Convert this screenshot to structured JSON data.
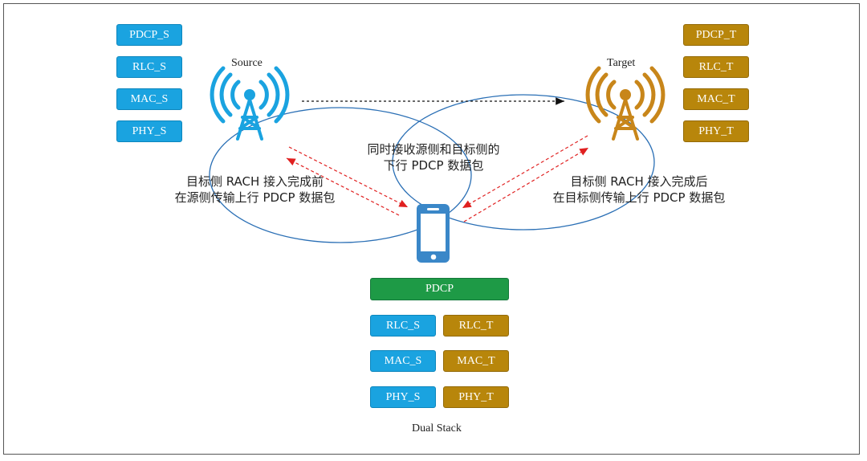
{
  "source": {
    "label": "Source",
    "stack": [
      "PDCP_S",
      "RLC_S",
      "MAC_S",
      "PHY_S"
    ]
  },
  "target": {
    "label": "Target",
    "stack": [
      "PDCP_T",
      "RLC_T",
      "MAC_T",
      "PHY_T"
    ]
  },
  "annotations": {
    "center": [
      "同时接收源侧和目标侧的",
      "下行 PDCP 数据包"
    ],
    "left": [
      "目标侧 RACH 接入完成前",
      "在源侧传输上行 PDCP 数据包"
    ],
    "right": [
      "目标侧 RACH 接入完成后",
      "在目标侧传输上行 PDCP 数据包"
    ]
  },
  "ue": {
    "pdcp": "PDCP",
    "rlc": [
      "RLC_S",
      "RLC_T"
    ],
    "mac": [
      "MAC_S",
      "MAC_T"
    ],
    "phy": [
      "PHY_S",
      "PHY_T"
    ],
    "caption": "Dual Stack"
  },
  "colors": {
    "source": "#1aa3e0",
    "target": "#b8860b",
    "pdcp": "#1e9a46",
    "arrow_red": "#e02020",
    "ellipse": "#2a6fb5"
  },
  "icons": {
    "source_tower": "antenna-tower-icon",
    "target_tower": "antenna-tower-icon",
    "ue": "smartphone-icon"
  }
}
